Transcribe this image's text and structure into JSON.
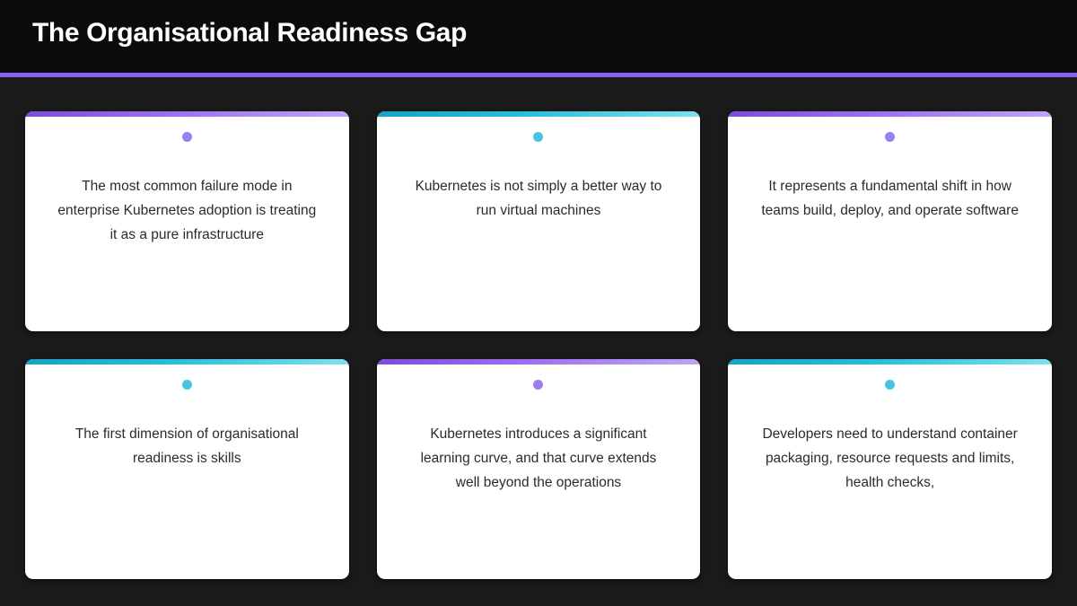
{
  "header": {
    "title": "The Organisational Readiness Gap",
    "accent_color": "#8b5cf6",
    "background_color": "#0b0b0b"
  },
  "theme": {
    "page_background": "#1a1a1a",
    "card_background": "#ffffff",
    "card_text_color": "#2b2b2b",
    "purple_accent": "#9b7ef0",
    "cyan_accent": "#48c4e0"
  },
  "cards": [
    {
      "id": "card-1",
      "accent": "purple",
      "dot_icon": "bullet-dot-icon",
      "text": "The most common failure mode in enterprise Kubernetes adoption is treating it as a pure infrastructure"
    },
    {
      "id": "card-2",
      "accent": "cyan",
      "dot_icon": "bullet-dot-icon",
      "text": "Kubernetes is not simply a better way to run virtual machines"
    },
    {
      "id": "card-3",
      "accent": "purple",
      "dot_icon": "bullet-dot-icon",
      "text": "It represents a fundamental shift in how teams build, deploy, and operate software"
    },
    {
      "id": "card-4",
      "accent": "cyan",
      "dot_icon": "bullet-dot-icon",
      "text": "The first dimension of organisational readiness is skills"
    },
    {
      "id": "card-5",
      "accent": "purple",
      "dot_icon": "bullet-dot-icon",
      "text": "Kubernetes introduces a significant learning curve, and that curve extends well beyond the operations"
    },
    {
      "id": "card-6",
      "accent": "cyan",
      "dot_icon": "bullet-dot-icon",
      "text": "Developers need to understand container packaging, resource requests and limits, health checks,"
    }
  ]
}
